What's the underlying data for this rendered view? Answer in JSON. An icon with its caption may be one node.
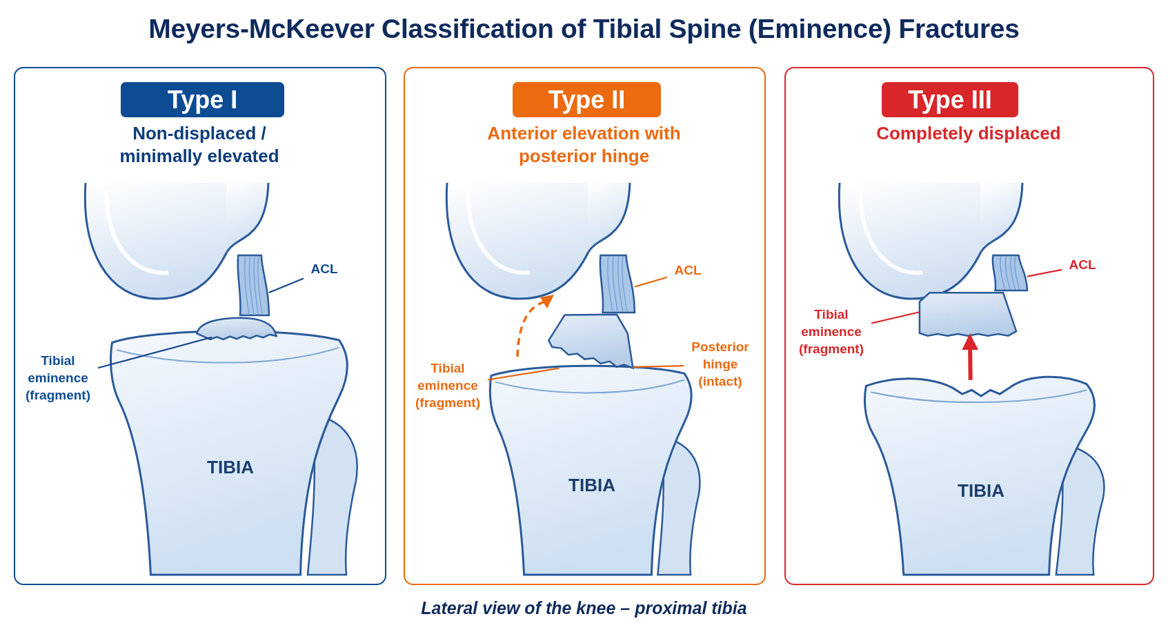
{
  "diagram": {
    "title": "Meyers-McKeever Classification of Tibial Spine (Eminence) Fractures",
    "caption": "Lateral view of the knee – proximal tibia",
    "nodes": [
      {
        "text": [
          "Type I",
          "Non-displaced / minimally elevated"
        ]
      },
      {
        "text": [
          "ACL"
        ],
        "in": 0
      },
      {
        "text": [],
        "shape": "picture",
        "in": 0
      },
      {
        "text": [
          "Tibial eminence (fragment)"
        ],
        "in": 0
      },
      {
        "text": [],
        "shape": "picture",
        "in": 0
      },
      {
        "text": [
          "TIBIA"
        ],
        "in": 0
      },
      {
        "text": [
          "Type II",
          "Anterior elevation with posterior hinge"
        ]
      },
      {
        "text": [
          "ACL"
        ],
        "in": 6
      },
      {
        "text": [],
        "shape": "picture",
        "in": 6
      },
      {
        "text": [
          "Tibial eminence (fragment)"
        ],
        "in": 6
      },
      {
        "text": [],
        "shape": "picture",
        "in": 6
      },
      {
        "text": [
          "Posterior hinge (intact)"
        ],
        "in": 6
      },
      {
        "text": [
          "TIBIA"
        ],
        "in": 6
      },
      {
        "text": [
          "Type III",
          "Completely displaced"
        ]
      },
      {
        "text": [
          "ACL"
        ],
        "in": 13
      },
      {
        "text": [],
        "shape": "picture",
        "in": 13
      },
      {
        "text": [
          "Tibial eminence (fragment)"
        ],
        "in": 13
      },
      {
        "text": [],
        "shape": "picture",
        "in": 13
      },
      {
        "text": [
          "TIBIA"
        ],
        "in": 13
      }
    ],
    "edges": [
      {
        "from": 1,
        "to": 2,
        "arrow": "none",
        "color": "#15458a"
      },
      {
        "from": 3,
        "to": 4,
        "arrow": "none",
        "color": "#15458a"
      },
      {
        "from": 7,
        "to": 8,
        "arrow": "none",
        "color": "#e8670c"
      },
      {
        "from": 9,
        "to": 12,
        "arrow": "none",
        "color": "#e8670c"
      },
      {
        "from": 11,
        "to": 10,
        "arrow": "none",
        "color": "#e8670c"
      },
      {
        "from": 14,
        "to": 15,
        "arrow": "none",
        "color": "#d9262a"
      },
      {
        "from": 16,
        "to": 17,
        "arrow": "none",
        "color": "#d9262a"
      },
      {
        "from": 18,
        "to": 17,
        "arrow": "to",
        "style": "thick",
        "color": "#d9262a"
      }
    ]
  }
}
